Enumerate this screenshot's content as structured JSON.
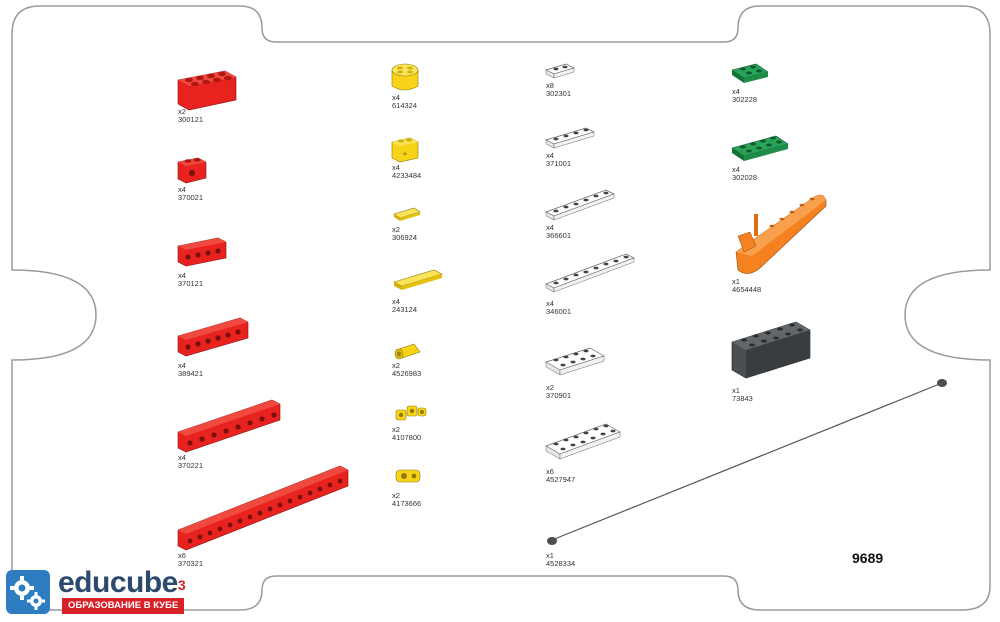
{
  "set_number": "9689",
  "parts": [
    {
      "count": "x2",
      "number": "300121"
    },
    {
      "count": "x4",
      "number": "370021"
    },
    {
      "count": "x4",
      "number": "370121"
    },
    {
      "count": "x4",
      "number": "389421"
    },
    {
      "count": "x4",
      "number": "370221"
    },
    {
      "count": "x6",
      "number": "370321"
    },
    {
      "count": "x4",
      "number": "614324"
    },
    {
      "count": "x4",
      "number": "4233484"
    },
    {
      "count": "x2",
      "number": "306924"
    },
    {
      "count": "x4",
      "number": "243124"
    },
    {
      "count": "x2",
      "number": "4526983"
    },
    {
      "count": "x2",
      "number": "4107800"
    },
    {
      "count": "x2",
      "number": "4173666"
    },
    {
      "count": "x8",
      "number": "302301"
    },
    {
      "count": "x4",
      "number": "371001"
    },
    {
      "count": "x4",
      "number": "366601"
    },
    {
      "count": "x4",
      "number": "346001"
    },
    {
      "count": "x2",
      "number": "370901"
    },
    {
      "count": "x6",
      "number": "4527947"
    },
    {
      "count": "x1",
      "number": "4528334"
    },
    {
      "count": "x4",
      "number": "302228"
    },
    {
      "count": "x4",
      "number": "302028"
    },
    {
      "count": "x1",
      "number": "4654448"
    },
    {
      "count": "x1",
      "number": "73843"
    }
  ],
  "logo": {
    "brand": "educube",
    "superscript": "3",
    "tagline": "ОБРАЗОВАНИЕ В КУБЕ"
  },
  "colors": {
    "red": "#e8231f",
    "yellow": "#f7d417",
    "white": "#ffffff",
    "green": "#1f8c4a",
    "orange": "#f58220",
    "dark_gray": "#4b4f52",
    "brand_blue": "#2b4a6e",
    "brand_red": "#d8222a"
  }
}
